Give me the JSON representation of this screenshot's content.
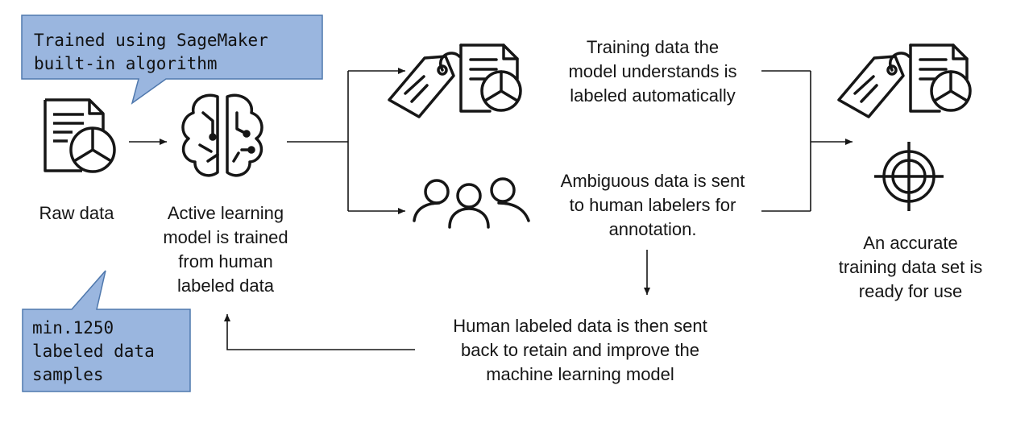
{
  "callouts": {
    "top": "Trained using SageMaker\nbuilt-in algorithm",
    "bottom": "min.1250\nlabeled data\nsamples"
  },
  "labels": {
    "raw_data": "Raw data",
    "active_model": "Active learning\nmodel is trained\nfrom human\nlabeled data",
    "auto_labeled": "Training data the\nmodel understands is\nlabeled automatically",
    "ambiguous": "Ambiguous data is sent\nto human labelers for\nannotation.",
    "feedback": "Human labeled data is then sent\nback to retain and improve the\nmachine learning model",
    "result": "An accurate\ntraining data set is\nready for use"
  },
  "icons": {
    "raw_data": "document-pie-chart-icon",
    "model": "brain-circuit-icon",
    "labeled_top": "tagged-document-icon",
    "human_labelers": "people-group-icon",
    "labeled_result": "tagged-document-icon",
    "target": "target-crosshair-icon"
  },
  "colors": {
    "callout_fill": "#9ab6df",
    "callout_border": "#4f78ad",
    "line": "#161616",
    "background": "#ffffff"
  }
}
